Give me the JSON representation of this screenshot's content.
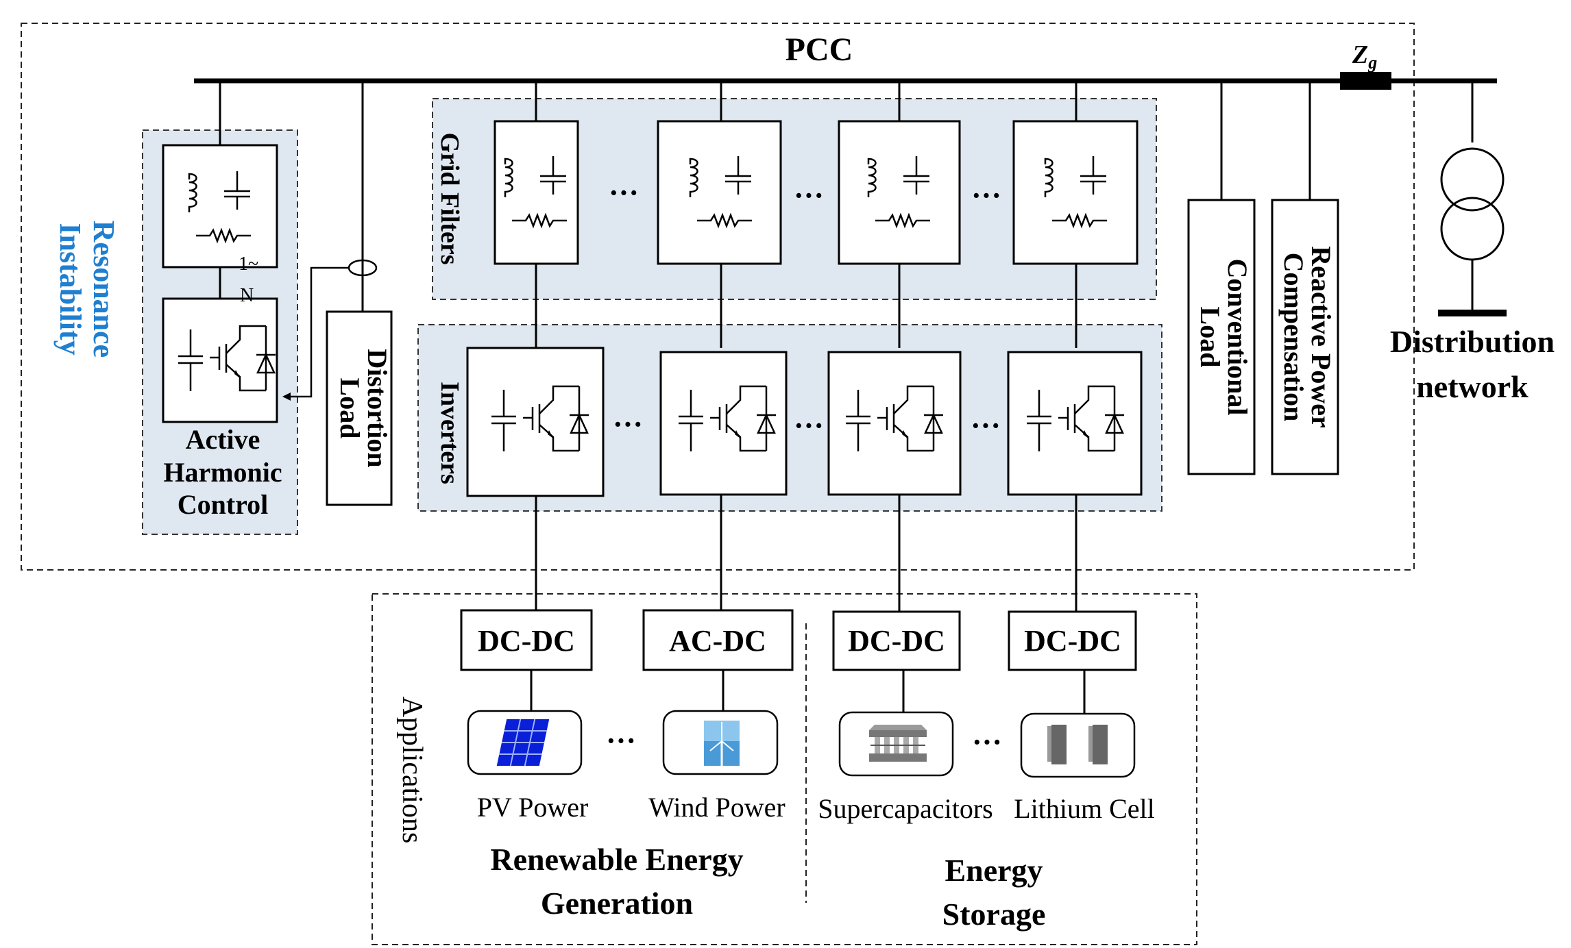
{
  "pcc_label": "PCC",
  "zg_label": {
    "main": "Z",
    "sub": "g"
  },
  "resonance_label": [
    "Resonance",
    "Instability"
  ],
  "ahc": {
    "label": [
      "Active",
      "Harmonic",
      "Control"
    ],
    "fraction": [
      "1~",
      "N"
    ]
  },
  "distortion_load": [
    "Distortion",
    "Load"
  ],
  "grid_filters_label": "Grid Filters",
  "inverters_label": "Inverters",
  "ellipsis": "···",
  "conventional_load": [
    "Conventional",
    "Load"
  ],
  "reactive_power": [
    "Reactive Power",
    "Compensation"
  ],
  "distribution_network": [
    "Distribution",
    "network"
  ],
  "applications_label": "Applications",
  "converters": [
    "DC-DC",
    "AC-DC",
    "DC-DC",
    "DC-DC"
  ],
  "sources": [
    {
      "label": "PV Power",
      "icon": "solar-panel-icon"
    },
    {
      "label": "Wind Power",
      "icon": "wind-turbine-icon"
    },
    {
      "label": "Supercapacitors",
      "icon": "supercapacitor-icon"
    },
    {
      "label": "Lithium Cell",
      "icon": "lithium-cell-icon"
    }
  ],
  "groups": {
    "renewable": [
      "Renewable Energy",
      "Generation"
    ],
    "storage": [
      "Energy",
      "Storage"
    ]
  },
  "colors": {
    "accent_blue": "#1f7fd0",
    "shade": "#dfe8f1"
  }
}
